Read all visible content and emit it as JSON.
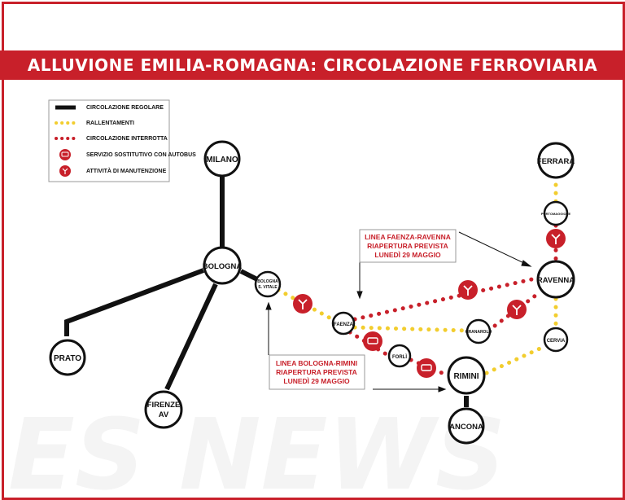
{
  "title": "ALLUVIONE EMILIA-ROMAGNA: CIRCOLAZIONE FERROVIARIA",
  "legend": {
    "items": [
      {
        "label": "CIRCOLAZIONE REGOLARE",
        "icon": "solid-black-line"
      },
      {
        "label": "RALLENTAMENTI",
        "icon": "yellow-dotted-line"
      },
      {
        "label": "CIRCOLAZIONE INTERROTTA",
        "icon": "red-dotted-line"
      },
      {
        "label": "SERVIZIO SOSTITUTIVO CON AUTOBUS",
        "icon": "bus-icon"
      },
      {
        "label": "ATTIVITÀ DI MANUTENZIONE",
        "icon": "wrench-icon"
      }
    ]
  },
  "stations": {
    "milano": "MILANO",
    "bologna": "BOLOGNA",
    "bologna_sv_1": "BOLOGNA",
    "bologna_sv_2": "S. VITALE",
    "prato": "PRATO",
    "firenze_1": "FIRENZE",
    "firenze_2": "AV",
    "faenza": "FAENZA",
    "forli": "FORLÌ",
    "granarolo": "GRANAROLO",
    "rimini": "RIMINI",
    "ancona": "ANCONA",
    "ravenna": "RAVENNA",
    "cervia": "CERVIA",
    "portomaggiore": "PORTOMAGGIORE",
    "ferrara": "FERRARA"
  },
  "notes": {
    "faenza_ravenna": [
      "LINEA FAENZA-RAVENNA",
      "RIAPERTURA PREVISTA",
      "LUNEDÌ 29 MAGGIO"
    ],
    "bologna_rimini": [
      "LINEA BOLOGNA-RIMINI",
      "RIAPERTURA PREVISTA",
      "LUNEDÌ 29 MAGGIO"
    ]
  },
  "watermark": "ES NEWS",
  "colors": {
    "red": "#c8202a",
    "yellow": "#f2cd2e",
    "black": "#111111"
  }
}
